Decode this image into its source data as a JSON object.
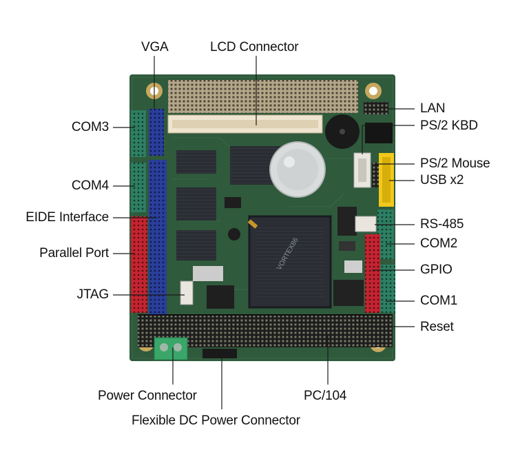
{
  "labels": {
    "vga": "VGA",
    "lcd_connector": "LCD Connector",
    "lan": "LAN",
    "ps2_kbd": "PS/2 KBD",
    "com3": "COM3",
    "ps2_mouse": "PS/2 Mouse",
    "usb_x2": "USB x2",
    "com4": "COM4",
    "eide_interface": "EIDE Interface",
    "rs485": "RS-485",
    "parallel_port": "Parallel Port",
    "com2": "COM2",
    "gpio": "GPIO",
    "jtag": "JTAG",
    "com1": "COM1",
    "reset": "Reset",
    "power_connector": "Power Connector",
    "pc104": "PC/104",
    "flexible_dc_power_connector": "Flexible DC Power Connector"
  },
  "colors": {
    "pcb_green": "#2f5a3c",
    "header_blue": "#2a3f9a",
    "header_red": "#c42431",
    "header_teal": "#2e7f63",
    "header_yellow": "#f1c91a",
    "terminal_green": "#3aa66a",
    "label_text": "#111111"
  }
}
